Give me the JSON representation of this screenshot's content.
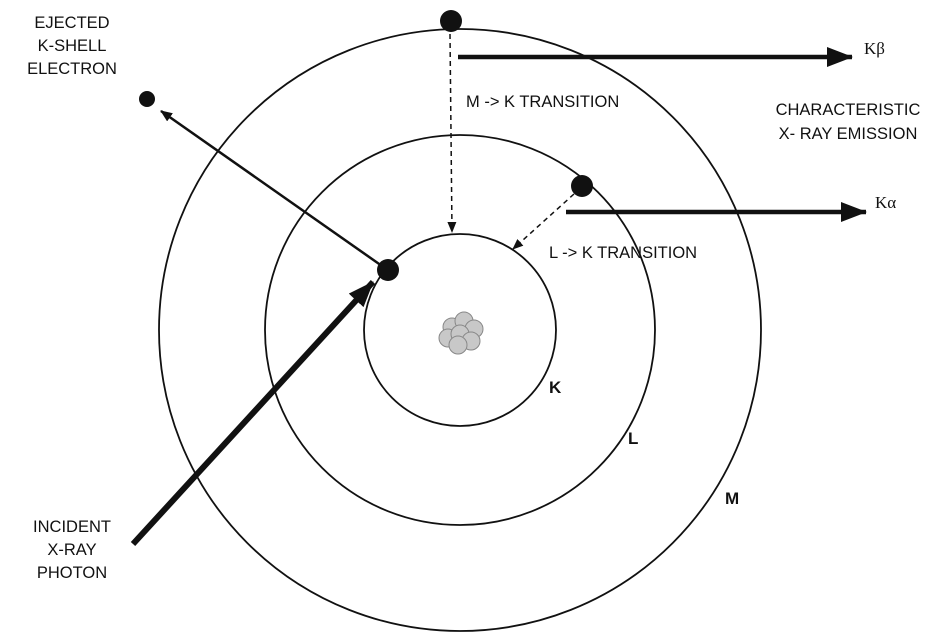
{
  "labels": {
    "ejected_line1": "EJECTED",
    "ejected_line2": "K-SHELL",
    "ejected_line3": "ELECTRON",
    "m_to_k": "M -> K TRANSITION",
    "l_to_k": "L -> K TRANSITION",
    "char_line1": "CHARACTERISTIC",
    "char_line2": "X- RAY EMISSION",
    "k_beta": "Kβ",
    "k_alpha": "Kα",
    "incident_line1": "INCIDENT",
    "incident_line2": "X-RAY",
    "incident_line3": "PHOTON",
    "shell_k": "K",
    "shell_l": "L",
    "shell_m": "M"
  },
  "colors": {
    "ink": "#111111",
    "nucleus_fill": "#c8c8c8",
    "nucleus_stroke": "#888888"
  }
}
